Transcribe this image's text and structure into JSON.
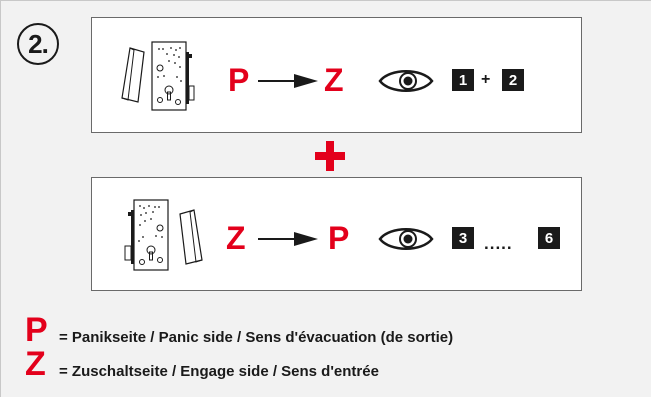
{
  "step": {
    "label": "2."
  },
  "top_panel": {
    "from": "P",
    "to": "Z",
    "steps": [
      "1",
      "2"
    ],
    "joiner": "+"
  },
  "bottom_panel": {
    "from": "Z",
    "to": "P",
    "steps": [
      "3",
      "6"
    ],
    "joiner": "....."
  },
  "connector": {
    "icon": "red-plus-icon",
    "color": "#e3001b"
  },
  "legend": [
    {
      "letter": "P",
      "text": "=  Panikseite  /  Panic side  /  Sens d'évacuation (de sortie)"
    },
    {
      "letter": "Z",
      "text": "=  Zuschaltseite  /  Engage side  /  Sens d'entrée"
    }
  ],
  "colors": {
    "accent": "#e3001b",
    "ink": "#1a1a1a",
    "panel": "#ffffff"
  },
  "icons": [
    "lock-mechanism-icon",
    "door-leaf-icon",
    "arrow-right-icon",
    "eye-icon"
  ]
}
